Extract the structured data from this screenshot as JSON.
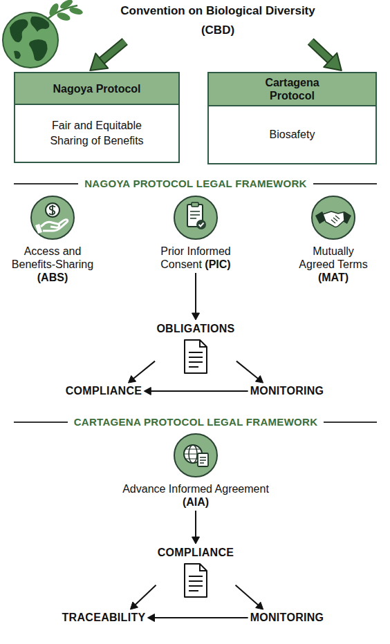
{
  "diagram": {
    "nodes": [
      {
        "text": [
          "Convention on Biological Diversity (CBD)"
        ]
      },
      {
        "text": [
          "Nagoya Protocol",
          "Fair and Equitable Sharing of Benefits"
        ]
      },
      {
        "text": [
          "Cartagena Protocol",
          "Biosafety"
        ]
      },
      {
        "text": [
          "Access and Benefits-Sharing (ABS)"
        ]
      },
      {
        "text": [
          "Prior Informed Consent (PIC)"
        ]
      },
      {
        "text": [
          "Mutually Agreed Terms (MAT)"
        ]
      },
      {
        "text": [
          "OBLIGATIONS"
        ]
      },
      {
        "text": [
          "COMPLIANCE"
        ]
      },
      {
        "text": [
          "MONITORING"
        ]
      },
      {
        "text": [
          "Advance Informed Agreement (AIA)"
        ]
      },
      {
        "text": [
          "COMPLIANCE"
        ]
      },
      {
        "text": [
          "TRACEABILITY"
        ]
      },
      {
        "text": [
          "MONITORING"
        ]
      }
    ],
    "edges": [
      {
        "from": 0,
        "to": 1,
        "arrow": "to"
      },
      {
        "from": 0,
        "to": 2,
        "arrow": "to"
      },
      {
        "from": 4,
        "to": 6,
        "arrow": "to"
      },
      {
        "from": 6,
        "to": 7,
        "arrow": "to"
      },
      {
        "from": 6,
        "to": 8,
        "arrow": "to"
      },
      {
        "from": 8,
        "to": 7,
        "arrow": "to"
      },
      {
        "from": 9,
        "to": 10,
        "arrow": "to"
      },
      {
        "from": 10,
        "to": 11,
        "arrow": "to"
      },
      {
        "from": 10,
        "to": 12,
        "arrow": "to"
      },
      {
        "from": 12,
        "to": 11,
        "arrow": "to"
      }
    ],
    "labels": [
      "NAGOYA PROTOCOL LEGAL FRAMEWORK",
      "CARTAGENA PROTOCOL LEGAL FRAMEWORK"
    ]
  }
}
